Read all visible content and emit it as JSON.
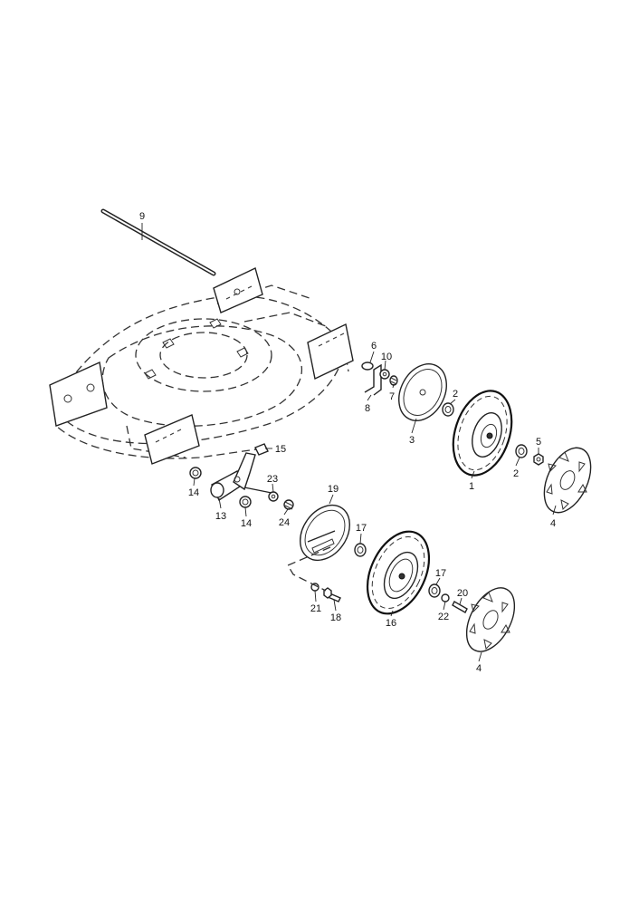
{
  "callouts": {
    "c1": "1",
    "c2a": "2",
    "c2b": "2",
    "c3": "3",
    "c4a": "4",
    "c4b": "4",
    "c5": "5",
    "c6": "6",
    "c7": "7",
    "c8": "8",
    "c9": "9",
    "c10": "10",
    "c13": "13",
    "c14a": "14",
    "c14b": "14",
    "c15": "15",
    "c16": "16",
    "c17a": "17",
    "c17b": "17",
    "c18": "18",
    "c19": "19",
    "c20": "20",
    "c21": "21",
    "c22": "22",
    "c23": "23",
    "c24": "24"
  }
}
